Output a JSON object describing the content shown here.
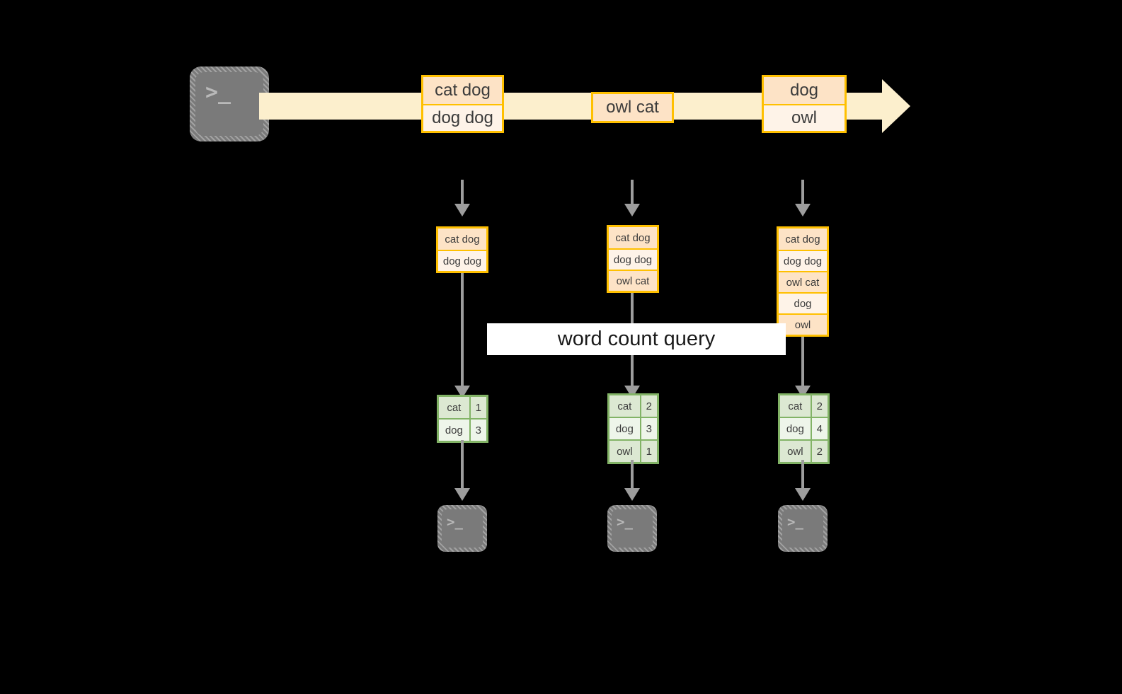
{
  "diagram": {
    "title_text": "word count query",
    "colors": {
      "background": "#000000",
      "stream_fill": "#FCEFCD",
      "event_border": "#FFC000",
      "event_fill_dark": "#FDE3C6",
      "event_fill_light": "#FEF3E8",
      "result_border": "#82B366",
      "result_fill_dark": "#DCE8D2",
      "result_fill_light": "#EEF5EA",
      "arrow_gray": "#9D9D9D",
      "terminal_gray": "#7A7A7A",
      "label_bg": "#FFFFFF"
    },
    "icons": {
      "source_terminal": "terminal-prompt-icon",
      "sink_terminal": "terminal-prompt-icon",
      "prompt_glyph": ">_"
    },
    "stream": {
      "name": "input-event-stream",
      "events": [
        {
          "name": "event-group-1",
          "rows": [
            "cat dog",
            "dog dog"
          ]
        },
        {
          "name": "event-group-2",
          "rows": [
            "owl cat"
          ]
        },
        {
          "name": "event-group-3",
          "rows": [
            "dog",
            "owl"
          ]
        }
      ]
    },
    "snapshots": [
      {
        "name": "table-snapshot-1",
        "rows": [
          "cat dog",
          "dog dog"
        ]
      },
      {
        "name": "table-snapshot-2",
        "rows": [
          "cat dog",
          "dog dog",
          "owl cat"
        ]
      },
      {
        "name": "table-snapshot-3",
        "rows": [
          "cat dog",
          "dog dog",
          "owl cat",
          "dog",
          "owl"
        ]
      }
    ],
    "results": [
      {
        "name": "result-table-1",
        "rows": [
          {
            "word": "cat",
            "count": "1"
          },
          {
            "word": "dog",
            "count": "3"
          }
        ]
      },
      {
        "name": "result-table-2",
        "rows": [
          {
            "word": "cat",
            "count": "2"
          },
          {
            "word": "dog",
            "count": "3"
          },
          {
            "word": "owl",
            "count": "1"
          }
        ]
      },
      {
        "name": "result-table-3",
        "rows": [
          {
            "word": "cat",
            "count": "2"
          },
          {
            "word": "dog",
            "count": "4"
          },
          {
            "word": "owl",
            "count": "2"
          }
        ]
      }
    ]
  }
}
